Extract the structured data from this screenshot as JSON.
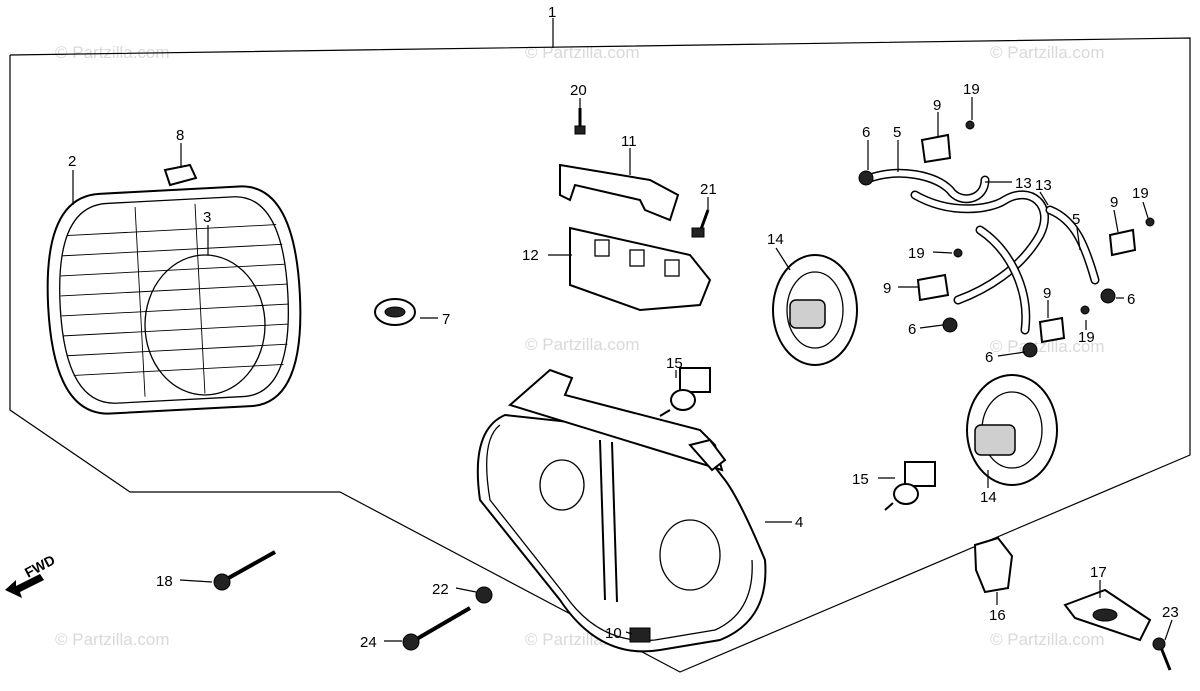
{
  "watermark": "© Partzilla.com",
  "direction_label": "FWD",
  "callouts": {
    "p1": "1",
    "p2": "2",
    "p3": "3",
    "p4": "4",
    "p5a": "5",
    "p5b": "5",
    "p6a": "6",
    "p6b": "6",
    "p6c": "6",
    "p6d": "6",
    "p7": "7",
    "p8": "8",
    "p9a": "9",
    "p9b": "9",
    "p9c": "9",
    "p9d": "9",
    "p10": "10",
    "p11": "11",
    "p12": "12",
    "p13a": "13",
    "p13b": "13",
    "p14a": "14",
    "p14b": "14",
    "p15a": "15",
    "p15b": "15",
    "p16": "16",
    "p17": "17",
    "p18": "18",
    "p19a": "19",
    "p19b": "19",
    "p19c": "19",
    "p19d": "19",
    "p20": "20",
    "p21": "21",
    "p22": "22",
    "p23": "23",
    "p24": "24"
  }
}
